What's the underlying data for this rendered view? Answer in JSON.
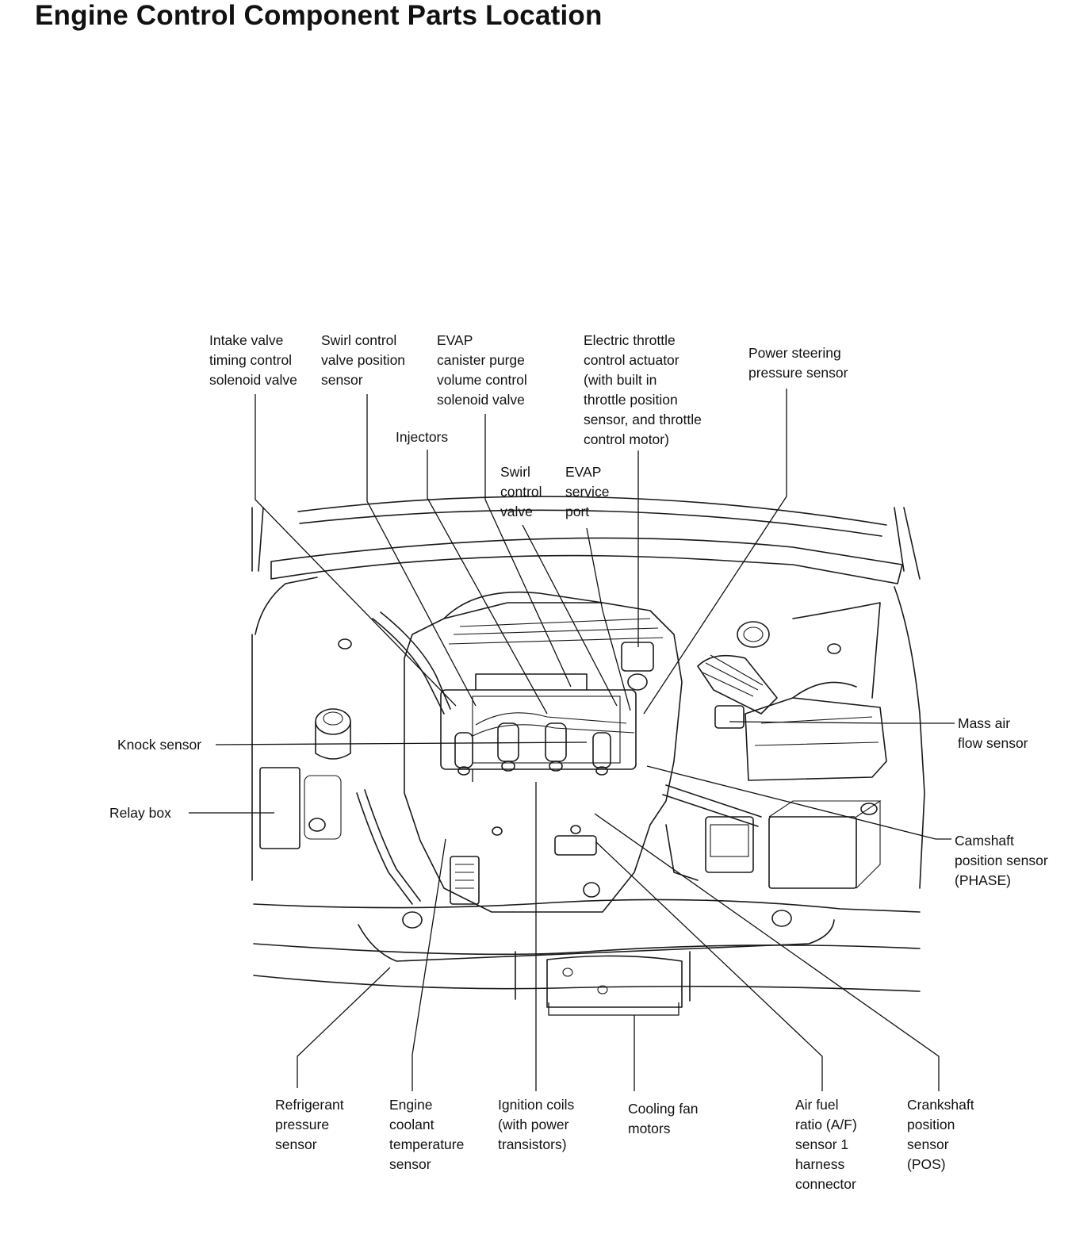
{
  "title": "Engine Control Component Parts Location",
  "labels": {
    "intake_valve": "Intake valve\ntiming control\nsolenoid valve",
    "swirl_pos_sensor": "Swirl control\nvalve position\nsensor",
    "evap_purge": "EVAP\ncanister purge\nvolume control\nsolenoid valve",
    "throttle": "Electric throttle\ncontrol actuator\n(with built in\nthrottle position\nsensor, and throttle\ncontrol motor)",
    "ps_sensor": "Power steering\npressure sensor",
    "injectors": "Injectors",
    "swirl_valve": "Swirl\ncontrol\nvalve",
    "evap_port": "EVAP\nservice\nport",
    "knock": "Knock sensor",
    "relay": "Relay box",
    "maf": "Mass air\nflow sensor",
    "camshaft": "Camshaft\nposition sensor\n(PHASE)",
    "refrigerant": "Refrigerant\npressure\nsensor",
    "coolant": "Engine\ncoolant\ntemperature\nsensor",
    "ignition": "Ignition coils\n(with power\ntransistors)",
    "fan": "Cooling fan\nmotors",
    "af_sensor": "Air fuel\nratio (A/F)\nsensor 1\nharness\nconnector",
    "crankshaft": "Crankshaft\nposition\nsensor\n(POS)"
  }
}
